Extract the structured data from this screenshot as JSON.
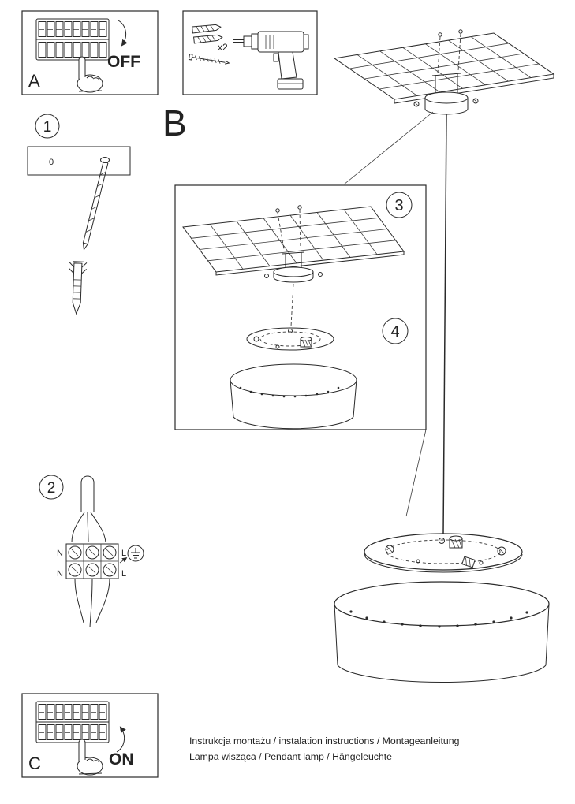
{
  "document": {
    "sections": {
      "a": "A",
      "b": "B",
      "c": "C"
    },
    "switch": {
      "off": "OFF",
      "on": "ON"
    },
    "steps": {
      "s1": "1",
      "s2": "2",
      "s3": "3",
      "s4": "4"
    },
    "quantity": {
      "plugs": "x2"
    },
    "plate_mark": "0",
    "wiring": {
      "n": "N",
      "l": "L"
    },
    "footer": {
      "line1": "Instrukcja montażu / instalation instructions / Montageanleitung",
      "line2": "Lampa wisząca / Pendant lamp / Hängeleuchte"
    }
  }
}
